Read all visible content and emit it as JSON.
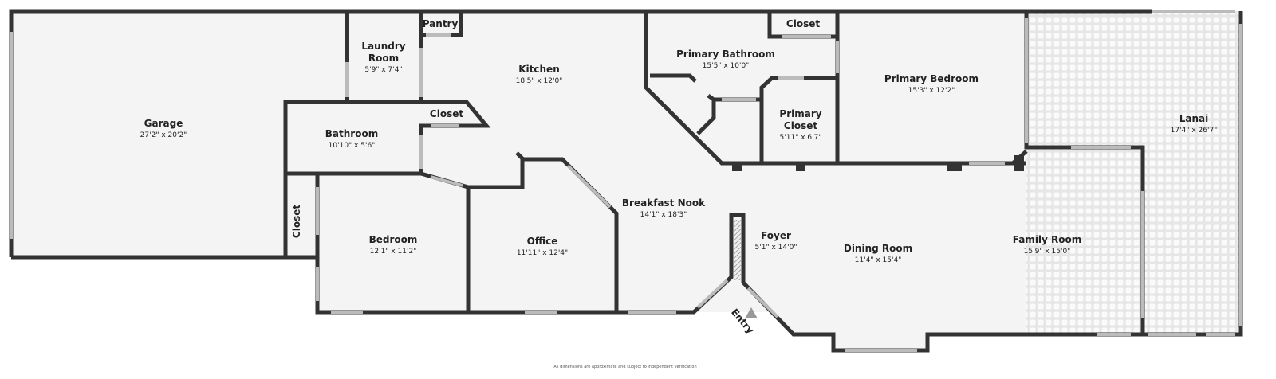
{
  "rooms": {
    "garage": {
      "name": "Garage",
      "dims": "27'2\" x 20'2\""
    },
    "laundry": {
      "name1": "Laundry",
      "name2": "Room",
      "dims": "5'9\" x 7'4\""
    },
    "pantry": {
      "name": "Pantry"
    },
    "kitchen": {
      "name": "Kitchen",
      "dims": "18'5\" x 12'0\""
    },
    "kitchen_closet": {
      "name": "Closet"
    },
    "bathroom": {
      "name": "Bathroom",
      "dims": "10'10\" x 5'6\""
    },
    "hall_closet": {
      "name": "Closet"
    },
    "bedroom": {
      "name": "Bedroom",
      "dims": "12'1\" x 11'2\""
    },
    "office": {
      "name": "Office",
      "dims": "11'11\" x 12'4\""
    },
    "breakfast_nook": {
      "name": "Breakfast Nook",
      "dims": "14'1\" x 18'3\""
    },
    "primary_bathroom": {
      "name": "Primary Bathroom",
      "dims": "15'5\" x 10'0\""
    },
    "bath_closet": {
      "name": "Closet"
    },
    "primary_closet": {
      "name1": "Primary",
      "name2": "Closet",
      "dims": "5'11\" x 6'7\""
    },
    "primary_bedroom": {
      "name": "Primary Bedroom",
      "dims": "15'3\" x 12'2\""
    },
    "lanai": {
      "name": "Lanai",
      "dims": "17'4\" x 26'7\""
    },
    "foyer": {
      "name": "Foyer",
      "dims": "5'1\" x 14'0\""
    },
    "dining_room": {
      "name": "Dining Room",
      "dims": "11'4\" x 15'4\""
    },
    "family_room": {
      "name": "Family Room",
      "dims": "15'9\" x 15'0\""
    }
  },
  "entry_label": "Entry",
  "disclaimer": "All dimensions are approximate and subject to independent verification",
  "colors": {
    "wall": "#333333",
    "floor": "#f4f4f4",
    "window": "#bbbbbb"
  }
}
